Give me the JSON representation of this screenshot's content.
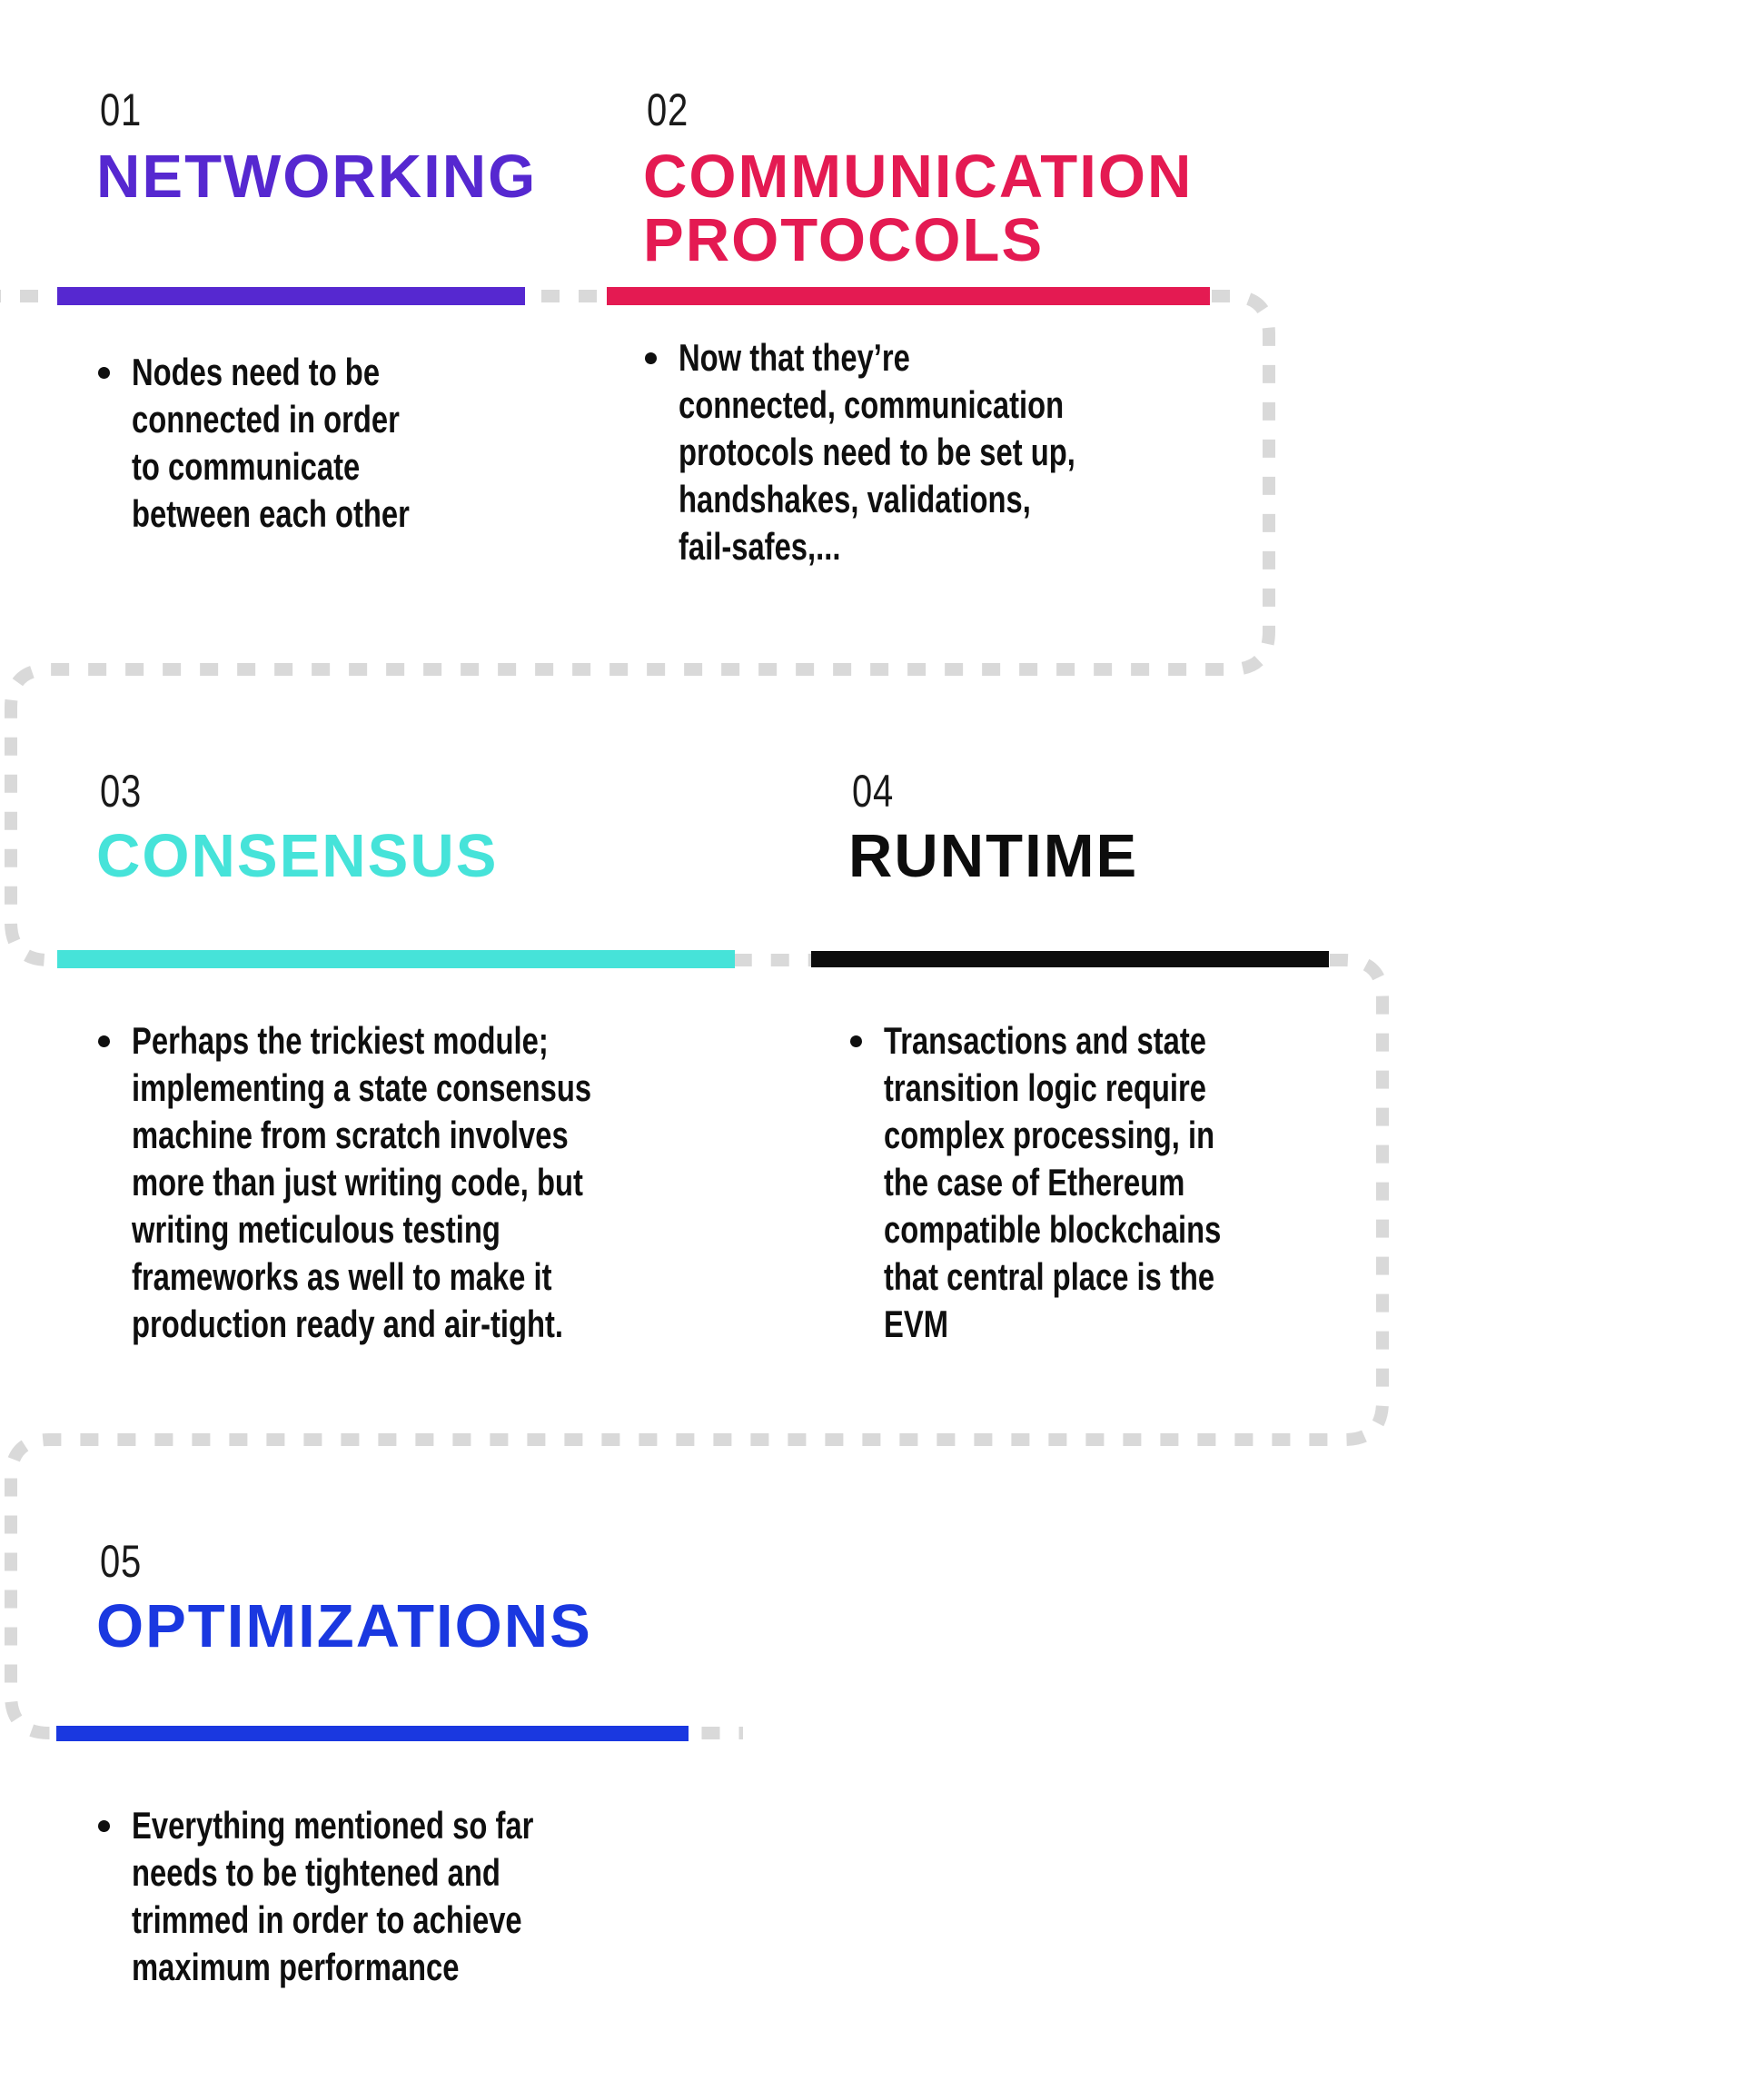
{
  "page": {
    "background": "#ffffff",
    "dash_color": "#d9d9d9"
  },
  "sections": [
    {
      "number": "01",
      "title": "NETWORKING",
      "accent": "#5628d0",
      "bullet_lines": [
        "Nodes need to be",
        "connected in order",
        "to communicate",
        "between each other"
      ]
    },
    {
      "number": "02",
      "title": [
        "COMMUNICATION",
        "PROTOCOLS"
      ],
      "accent": "#e41a52",
      "bullet_lines": [
        "Now that they’re",
        "connected, communication",
        "protocols need to be set up,",
        "handshakes, validations,",
        "fail-safes,..."
      ]
    },
    {
      "number": "03",
      "title": "CONSENSUS",
      "accent": "#46e3d9",
      "bullet_lines": [
        "Perhaps the trickiest module;",
        "implementing a state consensus",
        "machine from scratch involves",
        "more than just writing code, but",
        "writing meticulous testing",
        "frameworks as well to make it",
        "production ready and air-tight."
      ]
    },
    {
      "number": "04",
      "title": "RUNTIME",
      "accent": "#0d0d0d",
      "bullet_lines": [
        "Transactions and state",
        "transition logic require",
        "complex processing, in",
        "the case of Ethereum",
        "compatible blockchains",
        "that central place is the",
        "EVM"
      ]
    },
    {
      "number": "05",
      "title": "OPTIMIZATIONS",
      "accent": "#1a38e0",
      "bullet_lines": [
        "Everything mentioned so far",
        "needs to be tightened and",
        "trimmed in order to achieve",
        "maximum performance"
      ]
    }
  ]
}
